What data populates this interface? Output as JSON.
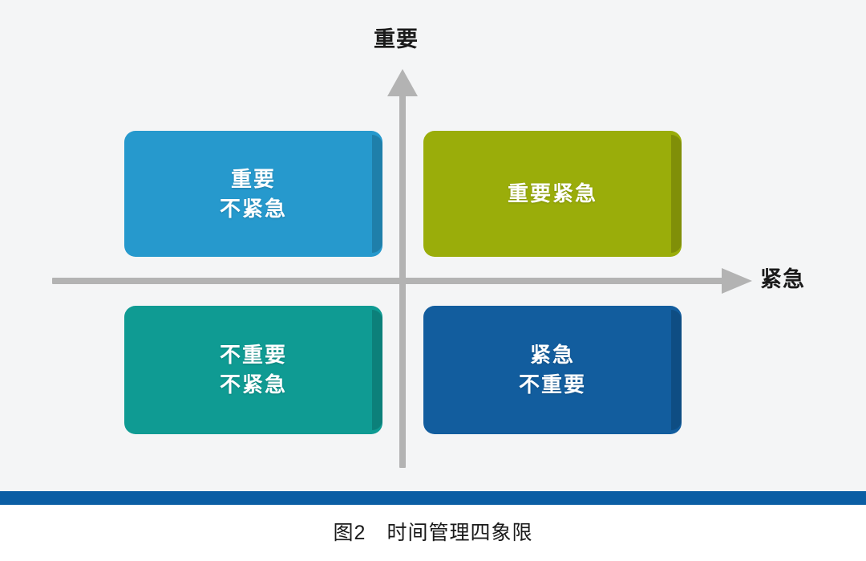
{
  "figure": {
    "caption": "图2　时间管理四象限",
    "background_color": "#f4f5f6",
    "rule_color": "#0b5ea4"
  },
  "axes": {
    "vertical": {
      "label": "重要",
      "icon": "up-arrow-icon",
      "color": "#b3b3b3"
    },
    "horizontal": {
      "label": "紧急",
      "icon": "right-arrow-icon",
      "color": "#b3b3b3"
    }
  },
  "quadrants": [
    {
      "id": "important-not-urgent",
      "position": "top-left",
      "color": "#2699cd",
      "lines": [
        "重要",
        "不紧急"
      ]
    },
    {
      "id": "important-urgent",
      "position": "top-right",
      "color": "#9aad0a",
      "lines": [
        "重要紧急"
      ]
    },
    {
      "id": "not-important-not-urgent",
      "position": "bottom-left",
      "color": "#0f9b93",
      "lines": [
        "不重要",
        "不紧急"
      ]
    },
    {
      "id": "urgent-not-important",
      "position": "bottom-right",
      "color": "#125d9e",
      "lines": [
        "紧急",
        "不重要"
      ]
    }
  ]
}
